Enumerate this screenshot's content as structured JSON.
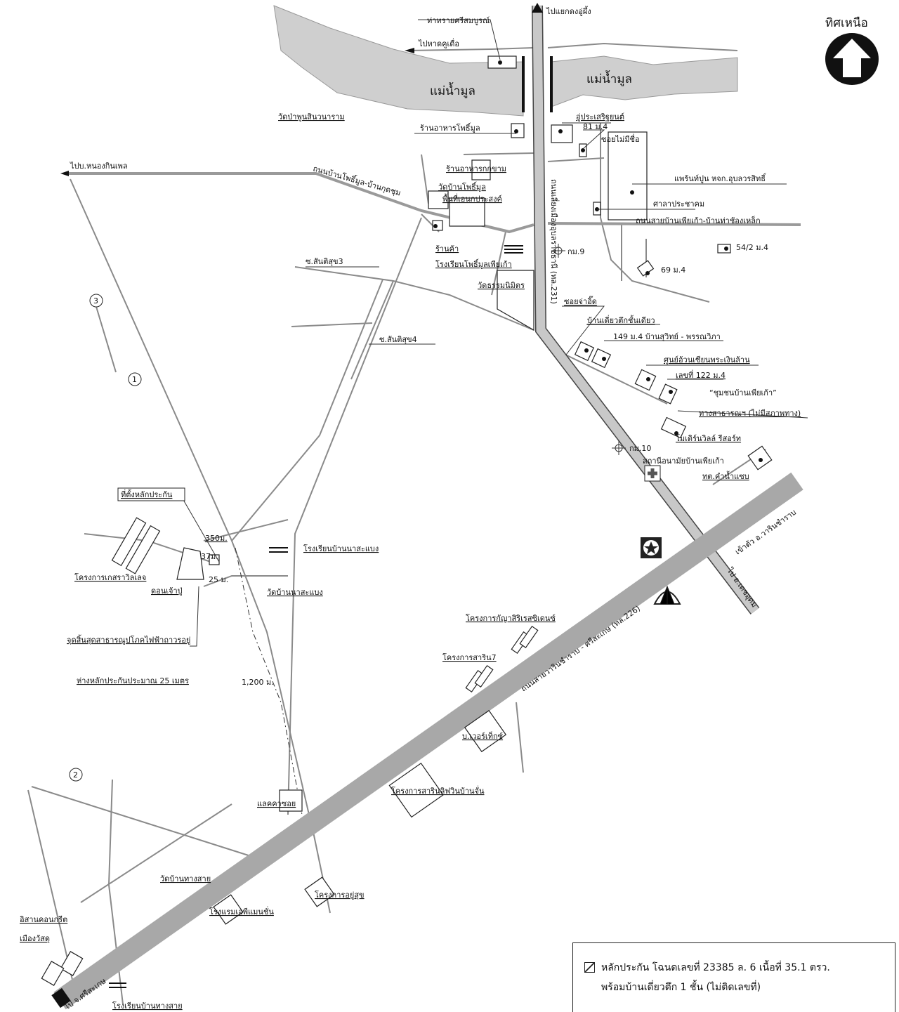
{
  "north": {
    "label": "ทิศเหนือ"
  },
  "river": {
    "label_left": "แม่น้ำมูล",
    "label_right": "แม่น้ำมูล"
  },
  "roads": {
    "hwy231": "ถนนเลี่ยงเมืองอุบลราชธานี (ทล.231)",
    "hwy226": "ถนนสายวารินชำราบ - ศรีสะเกษ (ทล.226)",
    "phomun_kutchum": "ถนนบ้านโพธิ์มูล-บ้านกุดชุม",
    "phiakao_thachong": "ถนนสายบ้านเพียเก้า-บ้านท่าช้องเหล็ก",
    "soi3": "ซ.สันติสุข3",
    "soi4": "ซ.สันติสุข4",
    "soi_noname": "ซอยไม่มีชื่อ",
    "soi_jajid": "ซอยจ่าอิ๊ด",
    "public_path": "ทางสาธารณฯ (ไม่มีสภาพทาง)"
  },
  "directions": {
    "to_khongchiam": "ไปแยกดงอู่ผึ้ง",
    "to_hatkhuduea": "ไปหาดคูเดื่อ",
    "to_nongkinphen": "ไปบ.หนองกินเพล",
    "to_warin": "เข้าตัว อ.วารินชำราบ",
    "to_detudom": "ไป อ.เดชอุดม",
    "to_sisaket": "ไป จ.ศรีสะเกษ"
  },
  "places": {
    "tha_sai": "ท่าทรายศรีสมบูรณ์",
    "wat_pa": "วัดป่าพูนสินวนาราม",
    "rest_phomun": "ร้านอาหารโพธิ์มูล",
    "garage": "อู่ประเสริฐยนต์",
    "no81": "81 ม.4",
    "rest_kokkham": "ร้านอาหารกกขาม",
    "wat_phomun": "วัดบ้านโพธิ์มูล",
    "multi_area": "พื้นที่เอนกประสงค์",
    "plant": "แพร้นท์ปูน หจก.อุบลวรสิทธิ์",
    "sala": "ศาลาประชาคม",
    "shop": "ร้านค้า",
    "school_phomun": "โรงเรียนโพธิ์มูลเพียเก้า",
    "wat_thammanimit": "วัดธรรมนิมิตร",
    "km9": "กม.9",
    "no54": "54/2 ม.4",
    "no69": "69 ม.4",
    "house1": "บ้านเดี่ยวตึกชั้นเดียว",
    "no149": "149 ม.4 บ้านสุวิทย์ - พรรณวิภา",
    "uan_center": "ศูนย์อ้วนเซียนพระเงินล้าน",
    "no122": "เลขที่ 122 ม.4",
    "community": "“ชุมชนบ้านเพียเก้า”",
    "resort": "โมเดิร์นวิลล์ รีสอร์ท",
    "km10": "กม.10",
    "health": "สถานีอนามัยบ้านเพียเก้า",
    "tambon": "ทต.คำน้ำแซบ",
    "collateral_site": "ที่ตั้งหลักประกัน",
    "kaset": "โครงการเกสราวิลเลจ",
    "don_chaopu": "ดอนเจ้าปู่",
    "d350": "350ม.",
    "d37": "37ม.",
    "d25": "25 ม.",
    "school_na": "โรงเรียนบ้านนาสะแบง",
    "wat_na": "วัดบ้านนาสะแบง",
    "power_note1": "จุดสิ้นสุดสาธารณูปโภคไฟฟ้าถาวรอยู่",
    "power_note2": "ห่างหลักประกันประมาณ 25 เมตร",
    "d1200": "1,200 ม.",
    "kanya": "โครงการกัญาสิริเรสซิเดนซ์",
    "sarin7": "โครงการสาริน7",
    "weerateck": "บ.เวอร์เท็กซ์",
    "sarin_bancha": "โครงการสารินลิฟวินบ้านจั่น",
    "lert": "แลคคาซอย",
    "wat_thangsai": "วัดบ้านทางสาย",
    "hotel": "โรงแรมเอพีแมนชั่น",
    "yusuk": "โครงการอยู่สุข",
    "isan_concrete": "อิสานคอนกรีต",
    "muang_watsadu": "เมืองวัสดุ",
    "school_thangsai": "โรงเรียนบ้านทางสาย",
    "n1": "1",
    "n2": "2",
    "n3": "3"
  },
  "legend": {
    "line1": "หลักประกัน โฉนดเลขที่ 23385 ล. 6 เนื้อที่ 35.1 ตรว.",
    "line2": "พร้อมบ้านเดี่ยวตึก 1 ชั้น (ไม่ติดเลขที่)"
  }
}
